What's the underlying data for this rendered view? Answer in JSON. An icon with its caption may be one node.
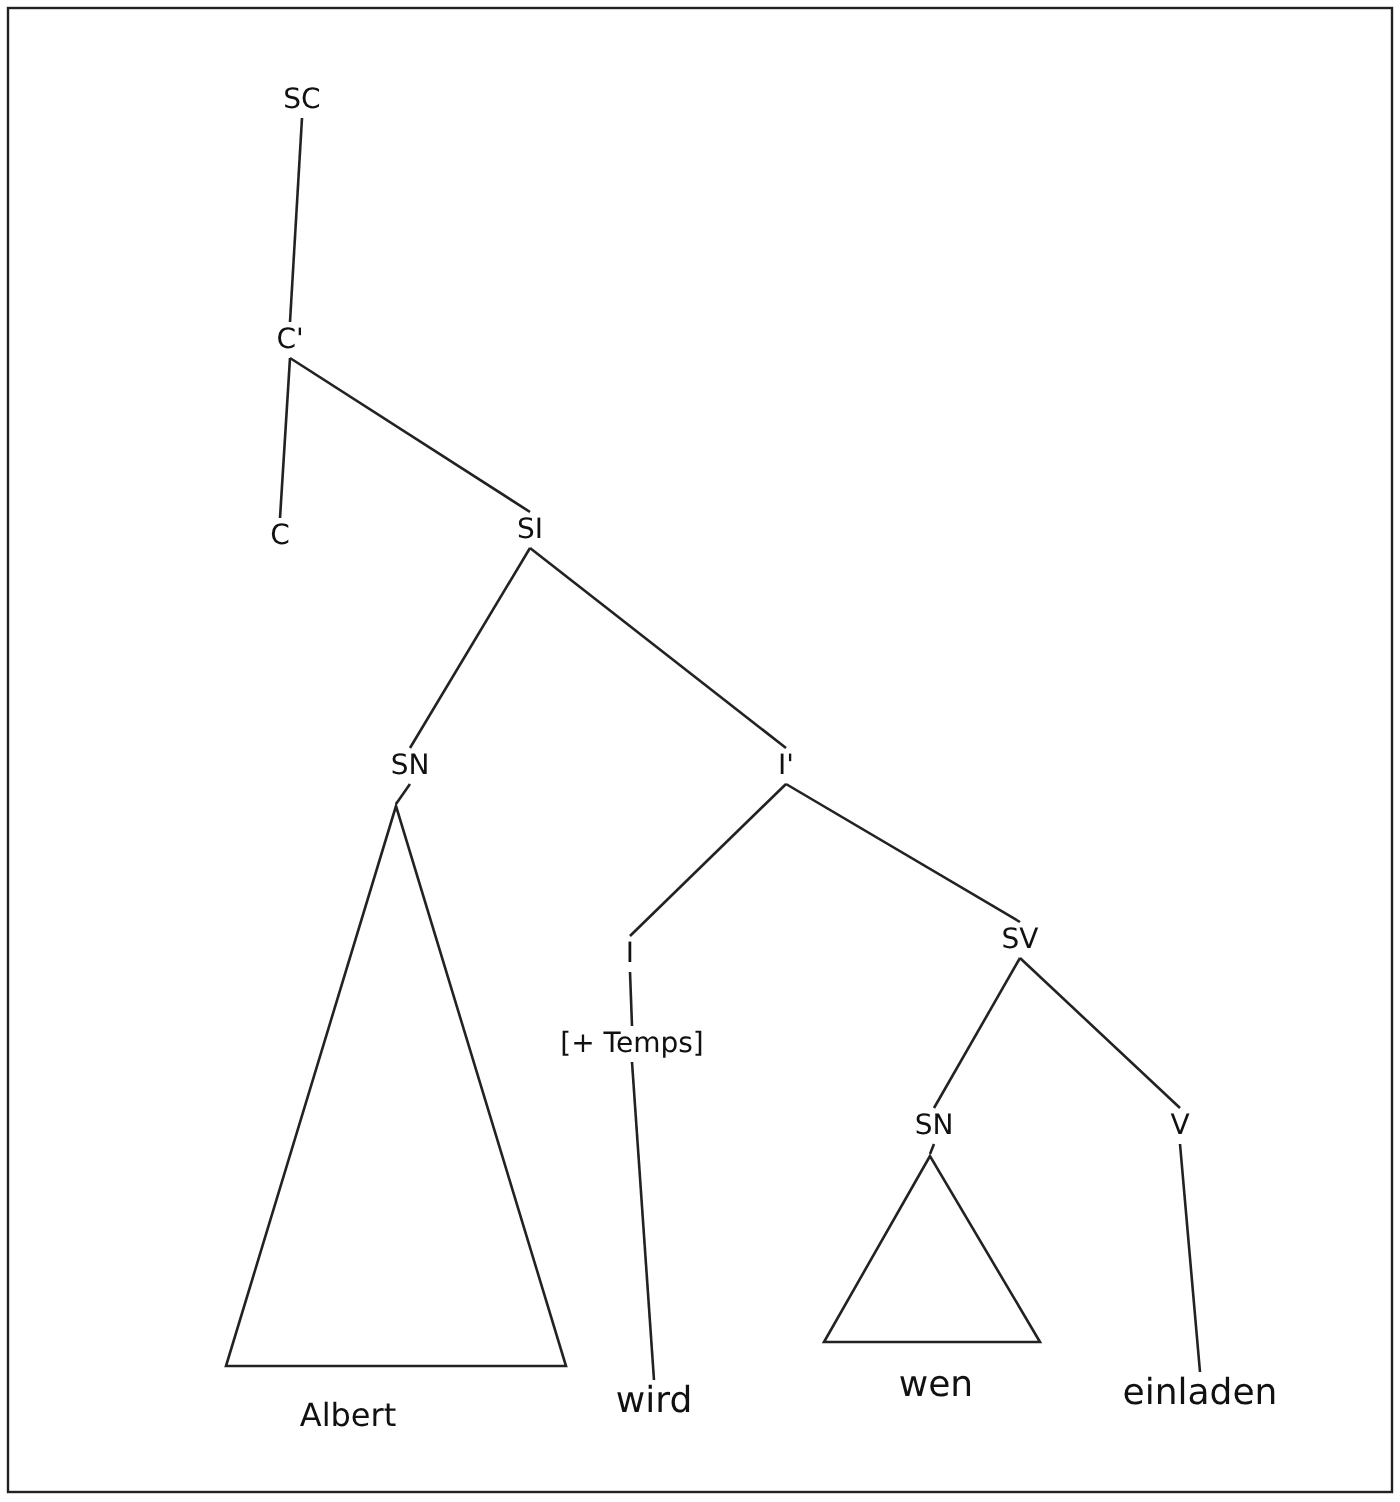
{
  "diagram": {
    "nodes": [
      {
        "text": [
          "SC"
        ]
      },
      {
        "text": [
          "C'"
        ]
      },
      {
        "text": [
          "C"
        ]
      },
      {
        "text": [
          "SI"
        ]
      },
      {
        "text": [
          "SN"
        ]
      },
      {
        "text": [
          "I'"
        ]
      },
      {
        "text": [
          "I"
        ]
      },
      {
        "text": [
          "[+ Temps]"
        ]
      },
      {
        "text": [
          "SV"
        ]
      },
      {
        "text": [
          "SN"
        ]
      },
      {
        "text": [
          "V"
        ]
      },
      {
        "text": [],
        "shape": "triangle",
        "beside": [
          "Albert"
        ]
      },
      {
        "text": [
          "wird"
        ]
      },
      {
        "text": [],
        "shape": "triangle",
        "beside": [
          "wen"
        ]
      },
      {
        "text": [
          "einladen"
        ]
      }
    ],
    "edges": [
      {
        "from": 0,
        "to": 1,
        "arrow": "none"
      },
      {
        "from": 1,
        "to": 2,
        "arrow": "none"
      },
      {
        "from": 1,
        "to": 3,
        "arrow": "none"
      },
      {
        "from": 3,
        "to": 4,
        "arrow": "none"
      },
      {
        "from": 3,
        "to": 5,
        "arrow": "none"
      },
      {
        "from": 4,
        "to": 11,
        "arrow": "none"
      },
      {
        "from": 5,
        "to": 6,
        "arrow": "none"
      },
      {
        "from": 5,
        "to": 8,
        "arrow": "none"
      },
      {
        "from": 6,
        "to": 7,
        "arrow": "none"
      },
      {
        "from": 7,
        "to": 12,
        "arrow": "none"
      },
      {
        "from": 8,
        "to": 9,
        "arrow": "none"
      },
      {
        "from": 8,
        "to": 10,
        "arrow": "none"
      },
      {
        "from": 9,
        "to": 13,
        "arrow": "none"
      },
      {
        "from": 10,
        "to": 14,
        "arrow": "none"
      }
    ]
  }
}
